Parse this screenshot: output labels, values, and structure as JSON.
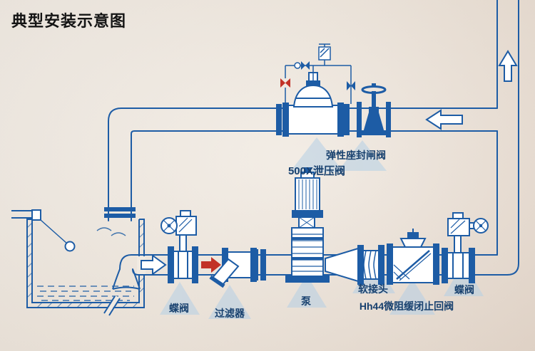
{
  "title": "典型安装示意图",
  "labels": {
    "gate_valve": "弹性座封闸阀",
    "relief_valve": "500X泄压阀",
    "butterfly_valve_left": "蝶阀",
    "strainer": "过滤器",
    "pump": "泵",
    "flexible_joint": "软接头",
    "check_valve": "Hh44微阻缓闭止回阀",
    "butterfly_valve_right": "蝶阀"
  },
  "flow_arrows": {
    "right_pipe": "up",
    "top_pipe": "left",
    "bottom_pipe_near_tank": "right",
    "bottom_pipe_before_strainer": "right"
  },
  "colors": {
    "line_blue": "#1d5ca5",
    "label_navy": "#17406e",
    "arrow_red": "#c23227",
    "triangle_wash": "#b5cfe5",
    "paper": "#efe8e0",
    "title_black": "#141414"
  }
}
